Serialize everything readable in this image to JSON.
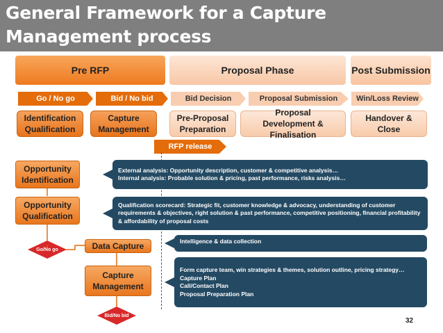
{
  "title_line1": "General Framework for a Capture",
  "title_line2": "Management process",
  "phases": {
    "pre_rfp": "Pre RFP",
    "proposal": "Proposal Phase",
    "post": "Post Submission"
  },
  "gates": [
    "Go / No go",
    "Bid / No bid",
    "Bid Decision",
    "Proposal Submission",
    "Win/Loss Review"
  ],
  "stages": [
    "Identification Qualification",
    "Capture Management",
    "Pre-Proposal Preparation",
    "Proposal Development & Finalisation",
    "Handover & Close"
  ],
  "rfp_release": "RFP release",
  "steps": {
    "opp_identification": "Opportunity Identification",
    "opp_qualification": "Opportunity Qualification",
    "data_capture": "Data Capture",
    "capture_management": "Capture Management"
  },
  "decisions": {
    "go_no_go": "Go/No go",
    "bid_no_bid": "Bid/No bid"
  },
  "callouts": {
    "identification": [
      "External analysis: Opportunity description, customer &  competitive analysis…",
      "Internal analysis:  Probable solution & pricing, past performance, risks analysis…"
    ],
    "qualification": "Qualification scorecard: Strategic fit, customer knowledge & advocacy, understanding of customer requirements & objectives, right solution & past performance,  competitive positioning, financial profitability & affordability of proposal costs",
    "data_capture": "Intelligence & data collection",
    "capture": [
      "Form capture team,  win strategies & themes, solution outline, pricing strategy…",
      "Capture Plan",
      "Call/Contact Plan",
      "Proposal Preparation Plan"
    ]
  },
  "page_number": "32",
  "colors": {
    "orange": "#e46c0a",
    "light_orange": "#f9cdb0",
    "navy": "#244a63",
    "red": "#d8282a",
    "title_bg": "#7f7f7f"
  }
}
